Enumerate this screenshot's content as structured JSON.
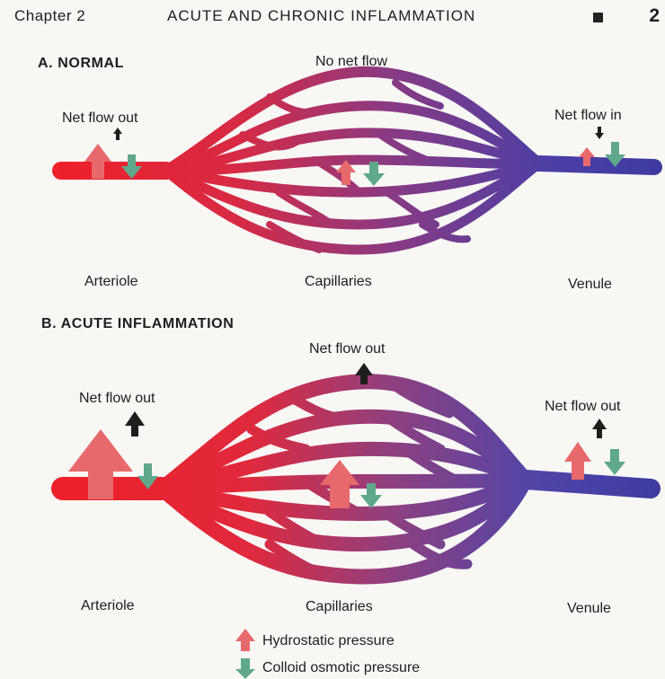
{
  "header": {
    "chapter": "Chapter 2",
    "title": "ACUTE AND CHRONIC INFLAMMATION",
    "page_number": "2"
  },
  "panel_a": {
    "label": "A. NORMAL",
    "left_flow": "Net flow out",
    "center_flow": "No net flow",
    "right_flow": "Net flow in",
    "arteriole": "Arteriole",
    "capillaries": "Capillaries",
    "venule": "Venule"
  },
  "panel_b": {
    "label": "B. ACUTE INFLAMMATION",
    "left_flow": "Net flow out",
    "center_flow": "Net flow out",
    "right_flow": "Net flow out",
    "arteriole": "Arteriole",
    "capillaries": "Capillaries",
    "venule": "Venule"
  },
  "legend": {
    "hydrostatic": "Hydrostatic pressure",
    "colloid": "Colloid osmotic pressure"
  },
  "colors": {
    "arterial_red": "#e8222e",
    "venous_blue": "#4a3fa8",
    "hydrostatic_arrow": "#e8696c",
    "colloid_arrow": "#5fa88c",
    "flow_arrow": "#1e1e1e"
  },
  "icons": {
    "hydrostatic": "up-arrow-icon",
    "colloid": "down-arrow-icon",
    "flow_out": "up-arrow-icon",
    "flow_in": "down-arrow-icon"
  }
}
